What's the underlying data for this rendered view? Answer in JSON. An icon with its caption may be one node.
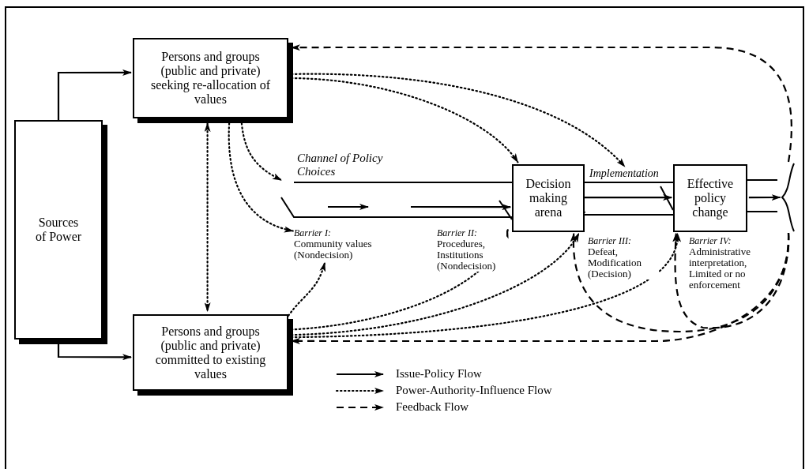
{
  "diagram": {
    "nodes": [
      {
        "text": [
          "Sources of Power"
        ]
      },
      {
        "text": [
          "Persons and groups (public and private) seeking re-allocation of values"
        ]
      },
      {
        "text": [
          "Persons and groups (public and private) committed to existing values"
        ]
      },
      {
        "text": [
          "Decision making arena"
        ]
      },
      {
        "text": [
          "Effective policy change"
        ]
      },
      {
        "text": [
          "Barrier I:",
          "Community values (Nondecision)"
        ]
      },
      {
        "text": [
          "Barrier II:",
          "Procedures, Institutions (Nondecision)"
        ]
      },
      {
        "text": [
          "Barrier III:",
          "Defeat, Modification (Decision)"
        ]
      },
      {
        "text": [
          "Barrier IV:",
          "Administrative interpretation, Limited or no enforcement"
        ]
      },
      {
        "text": [
          "Implementation"
        ]
      },
      {
        "text": [],
        "shape": "brace"
      }
    ],
    "edges": [
      {
        "from": 0,
        "to": 1,
        "arrow": "to"
      },
      {
        "from": 0,
        "to": 2,
        "arrow": "to"
      },
      {
        "from": 1,
        "to": 2,
        "arrow": "both",
        "style": "dashed"
      },
      {
        "from": 1,
        "to": null,
        "arrow": "to",
        "style": "dashed"
      },
      {
        "from": 1,
        "to": 5,
        "arrow": "to",
        "style": "dashed"
      },
      {
        "from": 1,
        "to": 3,
        "arrow": "to",
        "style": "dashed"
      },
      {
        "from": 1,
        "to": 9,
        "arrow": "to",
        "style": "dashed"
      },
      {
        "from": 10,
        "to": 1,
        "arrow": "to",
        "style": "dashed"
      },
      {
        "from": 10,
        "to": 2,
        "arrow": "to",
        "style": "dashed"
      },
      {
        "from": 10,
        "to": 3,
        "arrow": "to",
        "style": "dashed"
      },
      {
        "from": 10,
        "to": 4,
        "arrow": "to",
        "style": "dashed"
      },
      {
        "from": 2,
        "to": 5,
        "arrow": "to",
        "style": "dashed"
      },
      {
        "from": 2,
        "to": 6,
        "arrow": "to",
        "style": "dashed"
      },
      {
        "from": 2,
        "to": 3,
        "arrow": "to",
        "style": "dashed"
      },
      {
        "from": 2,
        "to": 4,
        "arrow": "to",
        "style": "dashed"
      },
      {
        "from": null,
        "to": 3,
        "arrow": "to"
      },
      {
        "from": 3,
        "to": 4,
        "arrow": "to"
      },
      {
        "from": 4,
        "to": 10,
        "arrow": "to"
      }
    ],
    "labels": [
      "Channel of Policy Choices"
    ],
    "legend": [
      {
        "text": "Issue-Policy Flow"
      },
      {
        "text": "Power-Authority-Influence Flow"
      },
      {
        "text": "Feedback Flow"
      }
    ]
  }
}
